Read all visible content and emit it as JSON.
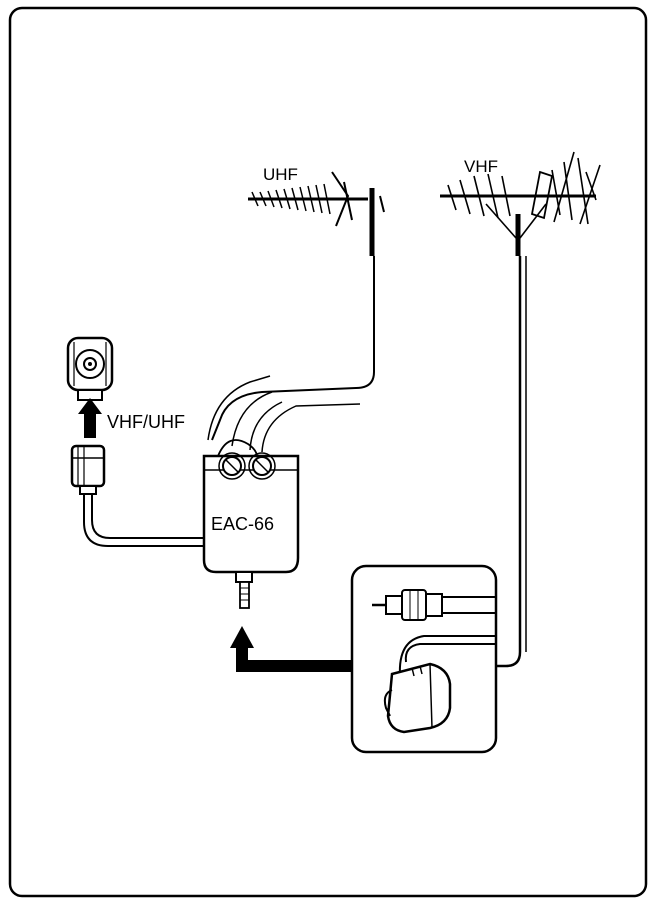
{
  "labels": {
    "uhf": "UHF",
    "vhf": "VHF",
    "vhf_uhf": "VHF/UHF",
    "device": "EAC-66"
  }
}
